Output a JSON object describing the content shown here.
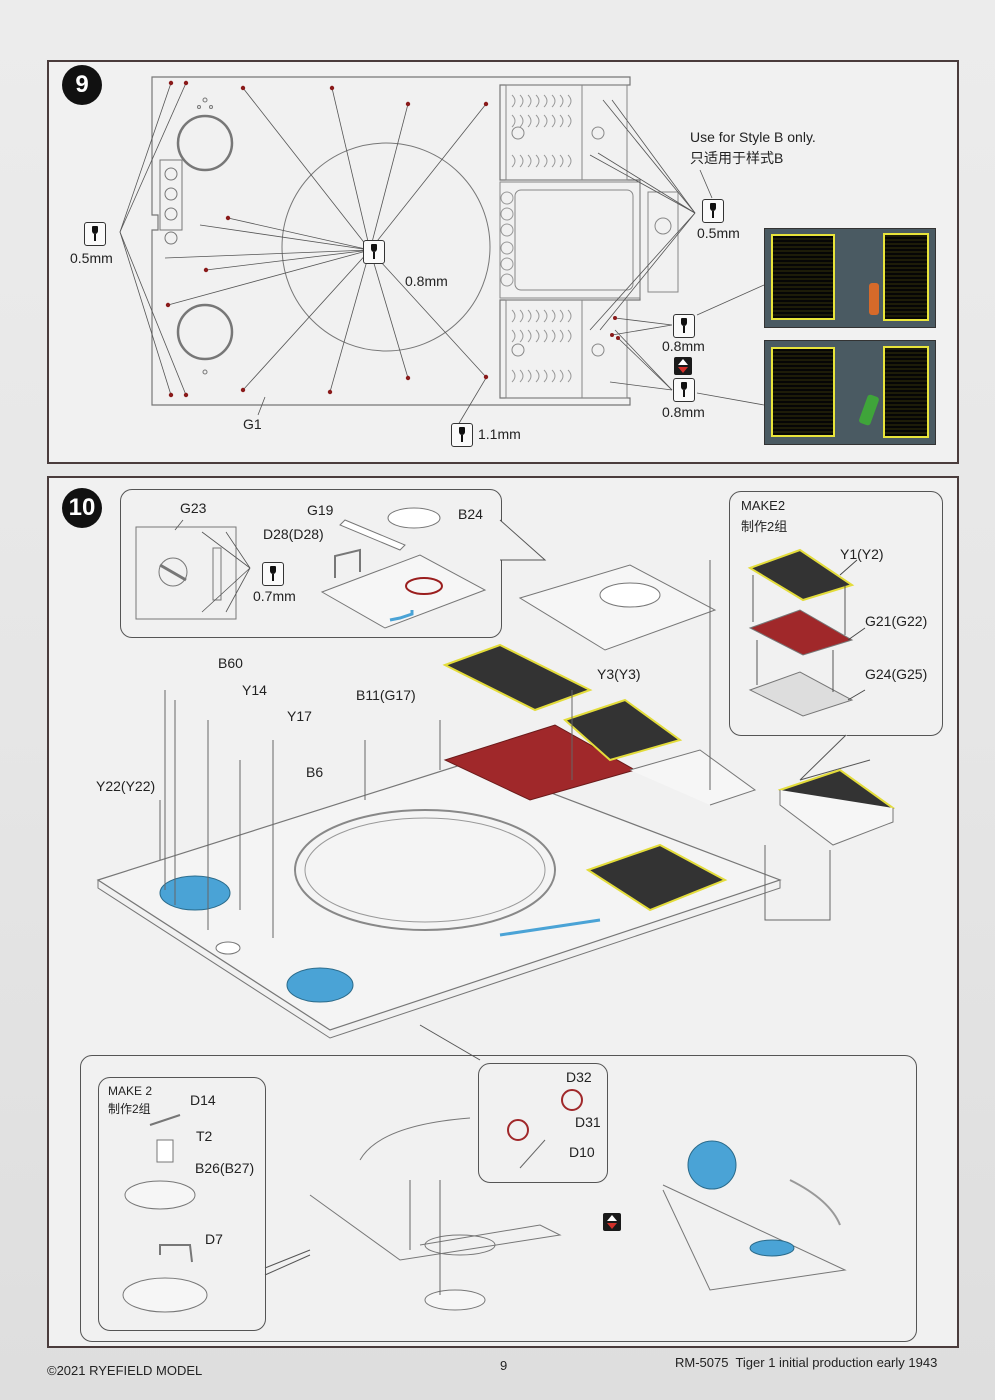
{
  "steps": [
    {
      "number": "9",
      "part_labels": {
        "g1": "G1"
      },
      "drill_sizes": {
        "left": "0.5mm",
        "center": "0.8mm",
        "bottom": "1.1mm",
        "right_top": "0.5mm",
        "right_mid": "0.8mm",
        "right_bottom": "0.8mm"
      },
      "note": {
        "en": "Use for Style B only.",
        "zh": "只适用于样式B"
      }
    },
    {
      "number": "10",
      "inset_top": {
        "labels": {
          "g23": "G23",
          "g19": "G19",
          "b24": "B24",
          "d28": "D28(D28)"
        },
        "drill_size": "0.7mm"
      },
      "inset_make2": {
        "make_en": "MAKE2",
        "make_zh": "制作2组",
        "labels": {
          "y1": "Y1(Y2)",
          "g21": "G21(G22)",
          "g24": "G24(G25)"
        }
      },
      "main_labels": {
        "b60": "B60",
        "y14": "Y14",
        "y17": "Y17",
        "b11": "B11(G17)",
        "b6": "B6",
        "y22": "Y22(Y22)",
        "y3": "Y3(Y3)"
      },
      "inset_bottom_left": {
        "make_en": "MAKE 2",
        "make_zh": "制作2组",
        "labels": {
          "d14": "D14",
          "t2": "T2",
          "b26": "B26(B27)",
          "d7": "D7"
        }
      },
      "inset_bottom_mid": {
        "labels": {
          "d32": "D32",
          "d31": "D31",
          "d10": "D10"
        }
      }
    }
  ],
  "footer": {
    "copyright": "©2021 RYEFIELD MODEL",
    "page_number": "9",
    "product": "RM-5075  Tiger 1 initial production early 1943"
  },
  "colors": {
    "accent_red": "#a0282a",
    "photo_etch_yellow": "#e3dc3a",
    "part_blue": "#4aa3d6"
  }
}
